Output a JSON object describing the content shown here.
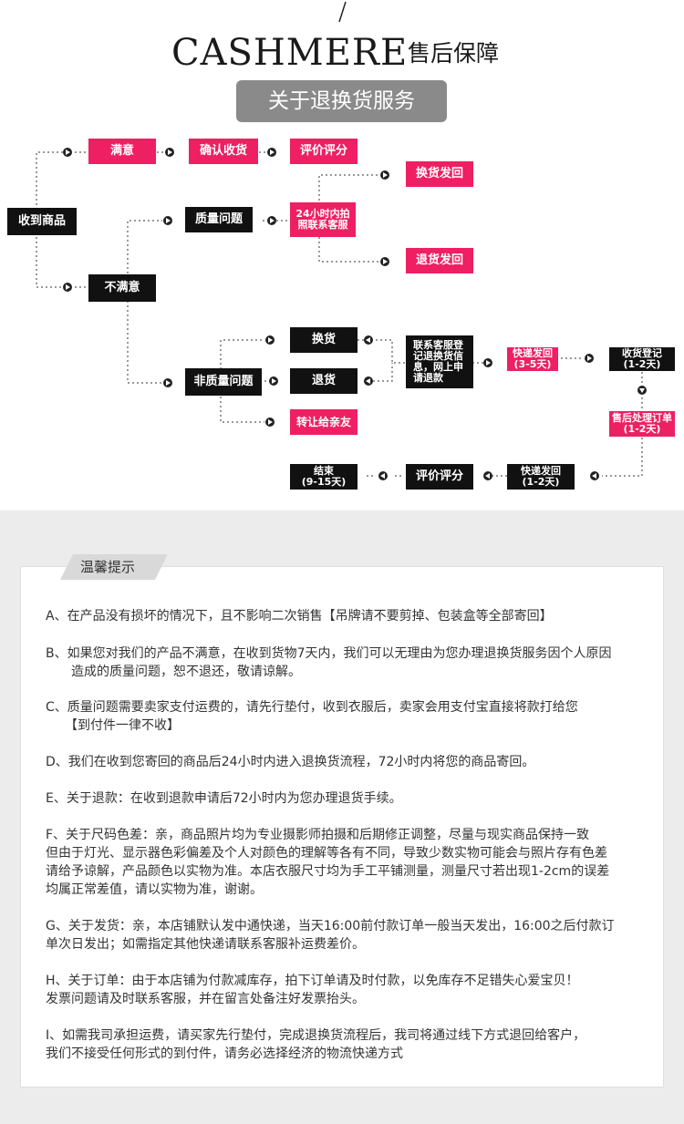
{
  "header": {
    "brand": "CASHMERE",
    "brand_sub": "售后保障",
    "banner": "关于退换货服务"
  },
  "flow": {
    "received": "收到商品",
    "satisfied": "满意",
    "confirm_receipt": "确认收货",
    "review_1": "评价评分",
    "unsatisfied": "不满意",
    "quality_issue": "质量问题",
    "contact_24h": "24小时内拍照联系客服",
    "exchange_return": "换货发回",
    "refund_return": "退货发回",
    "non_quality": "非质量问题",
    "exchange": "换货",
    "refund": "退货",
    "gift": "转让给亲友",
    "contact_register": "联系客服登记退换货信息，网上申请退款",
    "express_back": "快递发回",
    "express_back_time": "(3-5天)",
    "receive_register": "收货登记",
    "receive_register_time": "(1-2天)",
    "after_sale": "售后处理订单",
    "after_sale_time": "(1-2天)",
    "express_out": "快递发回",
    "express_out_time": "(1-2天)",
    "review_2": "评价评分",
    "end": "结束",
    "end_time": "(9-15天)"
  },
  "tips": {
    "title": "温馨提示",
    "items": [
      "A、在产品没有损坏的情况下，且不影响二次销售【吊牌请不要剪掉、包装盒等全部寄回】",
      "B、如果您对我们的产品不满意，在收到货物7天内，我们可以无理由为您办理退换货服务因个人原因\n　　造成的质量问题，恕不退还，敬请谅解。",
      "C、质量问题需要卖家支付运费的，请先行垫付，收到衣服后，卖家会用支付宝直接将款打给您\n　　【到付件一律不收】",
      "D、我们在收到您寄回的商品后24小时内进入退换货流程，72小时内将您的商品寄回。",
      "E、关于退款：在收到退款申请后72小时内为您办理退货手续。",
      "F、关于尺码色差：亲，商品照片均为专业摄影师拍摄和后期修正调整，尽量与现实商品保持一致\n但由于灯光、显示器色彩偏差及个人对颜色的理解等各有不同，导致少数实物可能会与照片存有色差\n请给予谅解，产品颜色以实物为准。本店衣服尺寸均为手工平铺测量，测量尺寸若出现1-2cm的误差\n均属正常差值，请以实物为准，谢谢。",
      "G、关于发货：亲，本店铺默认发中通快递，当天16:00前付款订单一般当天发出，16:00之后付款订\n单次日发出；如需指定其他快递请联系客服补运费差价。",
      "H、关于订单：由于本店铺为付款减库存，拍下订单请及时付款，以免库存不足错失心爱宝贝！\n发票问题请及时联系客服，并在留言处备注好发票抬头。",
      "I、如需我司承担运费，请买家先行垫付，完成退换货流程后，我司将通过线下方式退回给客户，\n我们不接受任何形式的到付件，请务必选择经济的物流快递方式"
    ]
  }
}
